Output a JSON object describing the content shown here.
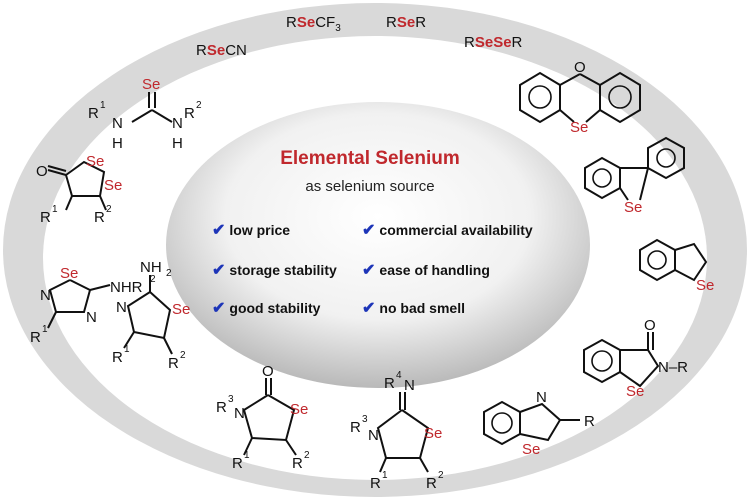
{
  "center": {
    "title": "Elemental Selenium",
    "subtitle": "as selenium source",
    "features": [
      {
        "label": "low price"
      },
      {
        "label": "commercial availability"
      },
      {
        "label": "storage stability"
      },
      {
        "label": "ease of handling"
      },
      {
        "label": "good stability"
      },
      {
        "label": "no bad smell"
      }
    ]
  },
  "formulas": {
    "rsecn": [
      "R",
      "Se",
      "CN"
    ],
    "rsecf3": [
      "R",
      "Se",
      "CF",
      "3"
    ],
    "rser": [
      "R",
      "Se",
      "R"
    ],
    "rsesr": [
      "R",
      "SeSe",
      "R"
    ]
  },
  "atoms": {
    "se": "Se",
    "o": "O",
    "n": "N",
    "h": "H",
    "r": "R",
    "r1": "R",
    "sup1": "1",
    "sup2": "2",
    "sup3": "3",
    "sup4": "4",
    "nhr": "NHR",
    "nh2": "NH",
    "sub2": "2",
    "nr": "N–R"
  },
  "colors": {
    "selenium_red": "#c0282d",
    "check_blue": "#1d35b8",
    "ring_gray": "#d9d9d9"
  }
}
